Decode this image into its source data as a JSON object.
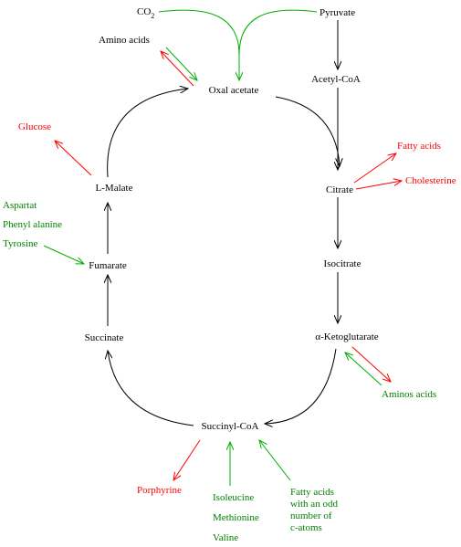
{
  "colors": {
    "black": "#000000",
    "red": "#ff0000",
    "green": "#00b000",
    "green_text": "#008000"
  },
  "cycle": {
    "oxal_acetate": "Oxal acetate",
    "citrate": "Citrate",
    "isocitrate": "Isocitrate",
    "ketoglutarate": "α-Ketoglutarate",
    "succinyl_coa": "Succinyl-CoA",
    "succinate": "Succinate",
    "fumarate": "Fumarate",
    "l_malate": "L-Malate"
  },
  "inputs": {
    "co2_main": "CO",
    "co2_sub": "2",
    "pyruvate": "Pyruvate",
    "acetyl_coa": "Acetyl-CoA"
  },
  "side": {
    "amino_acids": "Amino acids",
    "glucose": "Glucose",
    "fatty_acids": "Fatty acids",
    "cholesterine": "Cholesterine",
    "aspartat": "Aspartat",
    "phenyl_alanine": "Phenyl alanine",
    "tyrosine": "Tyrosine",
    "aminos_acids": "Aminos acids",
    "porphyrine": "Porphyrine",
    "isoleucine": "Isoleucine",
    "methionine": "Methionine",
    "valine": "Valine",
    "odd_fatty_1": "Fatty acids",
    "odd_fatty_2": "with an odd",
    "odd_fatty_3": "number of",
    "odd_fatty_4": "c-atoms"
  }
}
